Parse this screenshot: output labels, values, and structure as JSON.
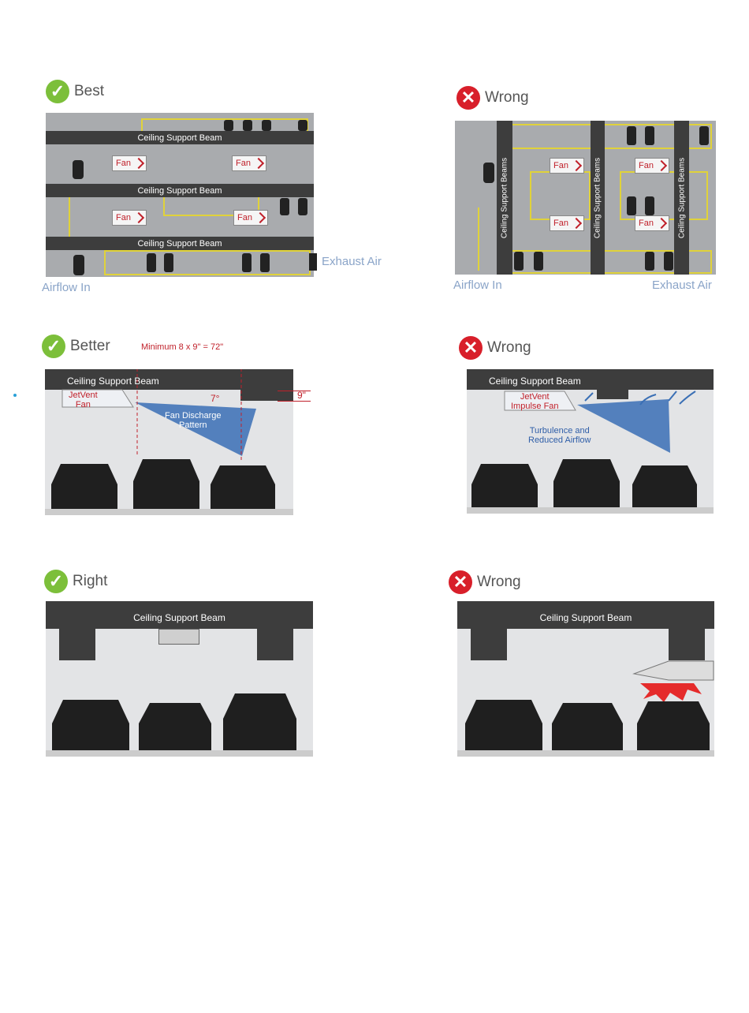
{
  "panels": [
    {
      "status": "Best",
      "ok": true,
      "beam_labels": [
        "Ceiling Support Beam",
        "Ceiling Support Beam",
        "Ceiling Support Beam"
      ],
      "fan_label": "Fan",
      "airflow_in": "Airflow In",
      "exhaust_air": "Exhaust Air"
    },
    {
      "status": "Wrong",
      "ok": false,
      "beam_label": "Ceiling Support Beams",
      "fan_label": "Fan",
      "airflow_in": "Airflow In",
      "exhaust_air": "Exhaust Air"
    },
    {
      "status": "Better",
      "ok": true,
      "beam_label": "Ceiling Support Beam",
      "fan_name": "JetVent\nFan",
      "dimension": "Minimum 8 x 9\" = 72\"",
      "angle": "7°",
      "depth": "9\"",
      "pattern": "Fan Discharge\nPattern"
    },
    {
      "status": "Wrong",
      "ok": false,
      "beam_label": "Ceiling Support Beam",
      "fan_name": "JetVent\nImpulse Fan",
      "note": "Turbulence and\nReduced Airflow"
    },
    {
      "status": "Right",
      "ok": true,
      "beam_label": "Ceiling Support Beam"
    },
    {
      "status": "Wrong",
      "ok": false,
      "beam_label": "Ceiling Support Beam"
    }
  ],
  "icons": {
    "ok": "check-icon",
    "bad": "cross-icon"
  },
  "colors": {
    "ok": "#7cbf3a",
    "bad": "#d81f2a",
    "beam": "#3d3d3d",
    "air": "#8aa4c8",
    "fan_text": "#c0202a",
    "pattern": "#3a6fb5"
  }
}
